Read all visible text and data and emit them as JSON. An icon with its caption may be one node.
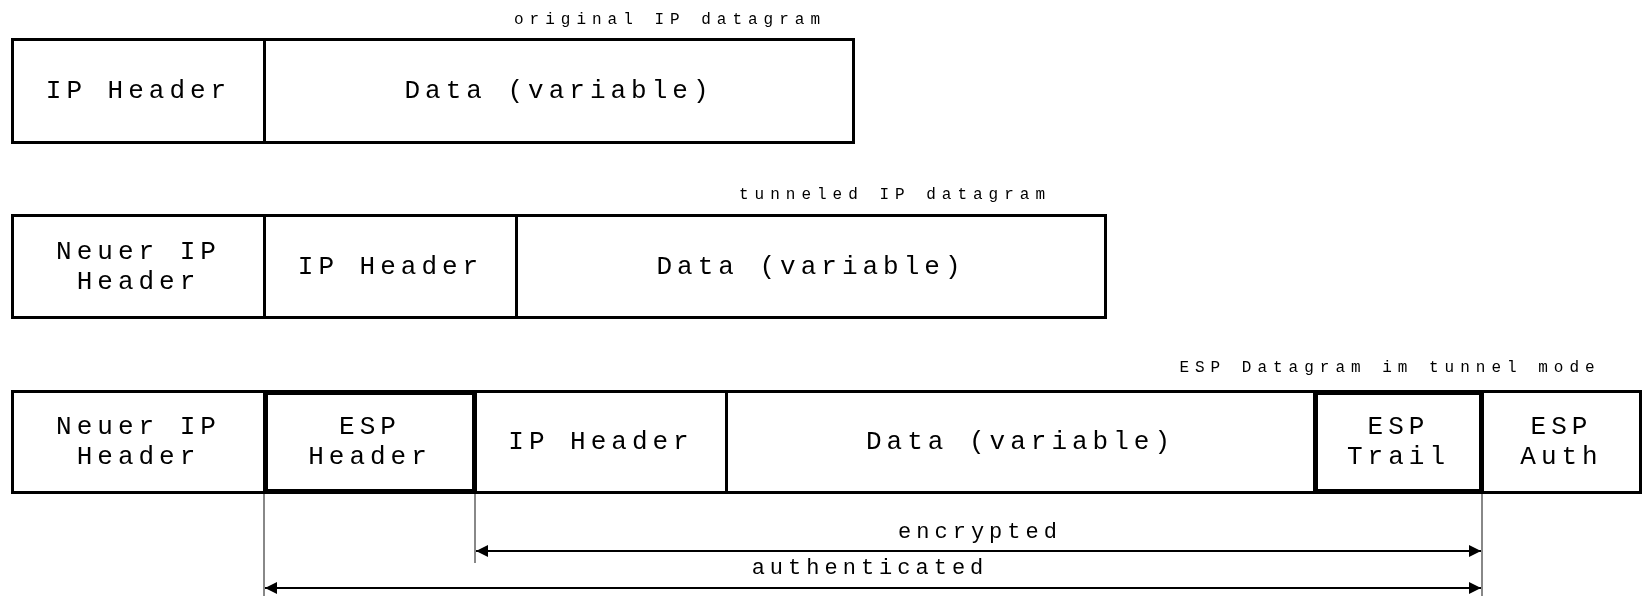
{
  "diagram": {
    "nodes": [
      {
        "text": [
          "IP Header"
        ]
      },
      {
        "text": [
          "Data (variable)"
        ]
      },
      {
        "text": [
          "Neuer IP Header"
        ]
      },
      {
        "text": [
          "IP Header"
        ]
      },
      {
        "text": [
          "Data (variable)"
        ]
      },
      {
        "text": [
          "Neuer IP Header"
        ]
      },
      {
        "text": [
          "ESP Header"
        ]
      },
      {
        "text": [
          "IP Header"
        ]
      },
      {
        "text": [
          "Data (variable)"
        ]
      },
      {
        "text": [
          "ESP Trail"
        ]
      },
      {
        "text": [
          "ESP Auth"
        ]
      }
    ],
    "edges": [],
    "labels": [
      "original IP datagram",
      "tunneled IP datagram",
      "ESP Datagram im tunnel mode",
      "encrypted",
      "authenticated"
    ]
  }
}
